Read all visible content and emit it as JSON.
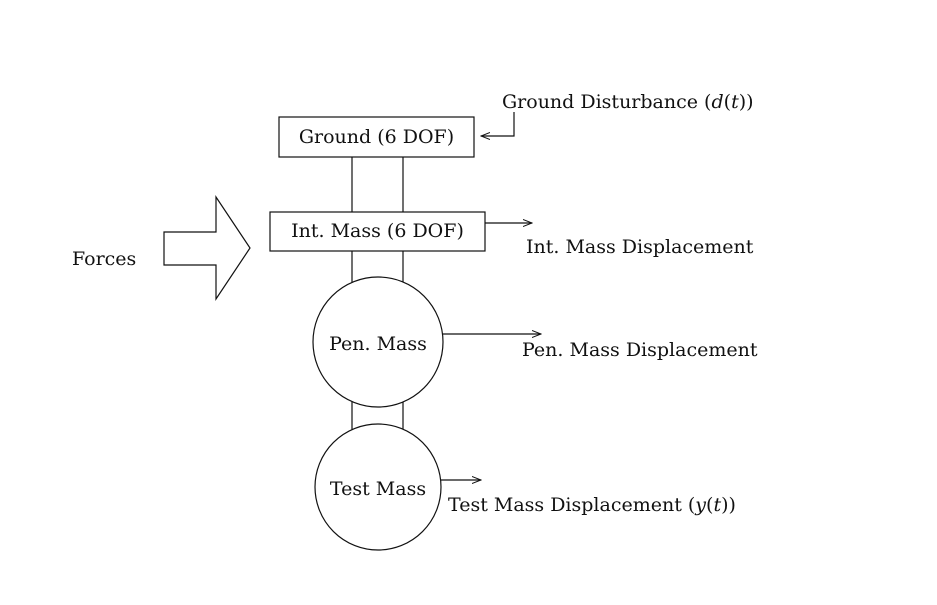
{
  "diagram": {
    "blocks": {
      "ground": "Ground (6 DOF)",
      "int_mass": "Int. Mass (6 DOF)",
      "pen_mass": "Pen. Mass",
      "test_mass": "Test Mass"
    },
    "labels": {
      "forces": "Forces",
      "ground_disturbance_prefix": "Ground Disturbance (",
      "ground_disturbance_d": "d",
      "ground_disturbance_open": "(",
      "ground_disturbance_t": "t",
      "ground_disturbance_close": "))",
      "int_mass_displacement": "Int. Mass Displacement",
      "pen_mass_displacement": "Pen. Mass Displacement",
      "test_mass_displacement_prefix": "Test Mass Displacement (",
      "test_mass_displacement_y": "y",
      "test_mass_displacement_open": "(",
      "test_mass_displacement_t": "t",
      "test_mass_displacement_close": "))"
    }
  }
}
